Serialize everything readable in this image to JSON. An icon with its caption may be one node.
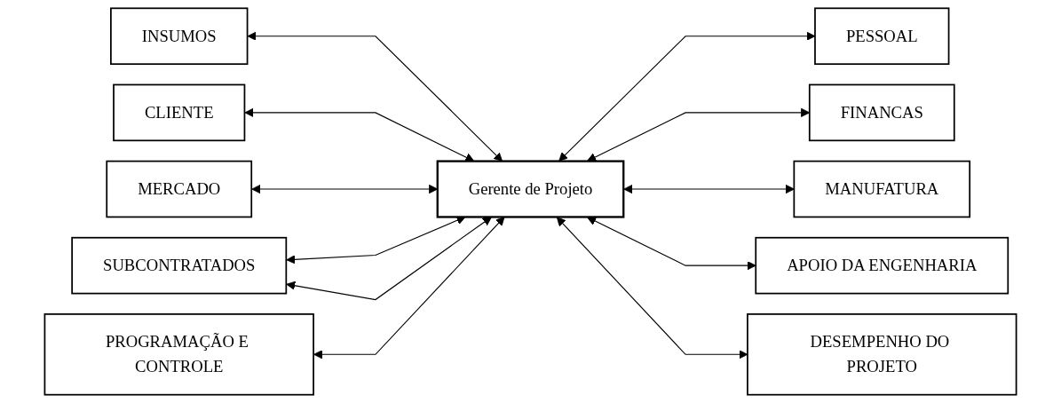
{
  "diagram": {
    "nodes": [
      {
        "text": [
          "INSUMOS"
        ]
      },
      {
        "text": [
          "CLIENTE"
        ]
      },
      {
        "text": [
          "PESSOAL"
        ]
      },
      {
        "text": [
          "MERCADO"
        ]
      },
      {
        "text": [
          "FINANCAS"
        ]
      },
      {
        "text": [
          "SUBCONTRATADOS"
        ]
      },
      {
        "text": [
          "Gerente de Projeto"
        ]
      },
      {
        "text": [
          "MANUFATURA"
        ]
      },
      {
        "text": [
          "APOIO DA ENGENHARIA"
        ]
      },
      {
        "text": [
          "PROGRAMAÇÃO E CONTROLE"
        ]
      },
      {
        "text": [
          "DESEMPENHO DO PROJETO"
        ]
      }
    ],
    "edges": [
      {
        "from": 0,
        "to": 6,
        "arrow": "both"
      },
      {
        "from": 1,
        "to": 6,
        "arrow": "both"
      },
      {
        "from": 6,
        "to": 2,
        "arrow": "both"
      },
      {
        "from": 3,
        "to": 6,
        "arrow": "both"
      },
      {
        "from": 6,
        "to": 4,
        "arrow": "both"
      },
      {
        "from": 5,
        "to": 6,
        "arrow": "both"
      },
      {
        "from": 5,
        "to": 6,
        "arrow": "both"
      },
      {
        "from": 6,
        "to": 7,
        "arrow": "both"
      },
      {
        "from": 6,
        "to": 8,
        "arrow": "both"
      },
      {
        "from": 9,
        "to": 6,
        "arrow": "both"
      },
      {
        "from": 6,
        "to": 10,
        "arrow": "both"
      }
    ]
  }
}
